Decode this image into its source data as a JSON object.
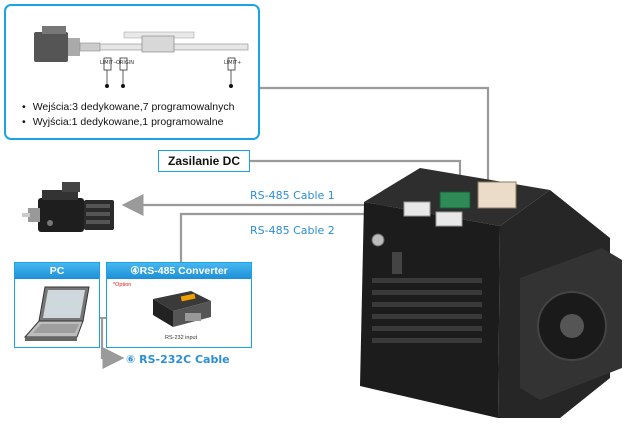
{
  "info_box": {
    "bullets": [
      "Wejścia:3 dedykowane,7 programowalnych",
      "Wyjścia:1 dedykowane,1 programowalne"
    ],
    "limit_labels": [
      "LIMIT−",
      "ORIGIN",
      "LIMIT+"
    ]
  },
  "dc_label": "Zasilanie DC",
  "cable_labels": [
    "RS-485 Cable 1",
    "RS-485 Cable 2"
  ],
  "pc": {
    "title": "PC"
  },
  "converter": {
    "title": "④RS-485 Converter",
    "option": "*Option",
    "input_label": "RS-232 input"
  },
  "rs232c_label": "⑥ RS-232C Cable",
  "colors": {
    "frame": "#1aa3e6",
    "cable": "#9a9a9a",
    "label_blue": "#2a8fd8"
  }
}
